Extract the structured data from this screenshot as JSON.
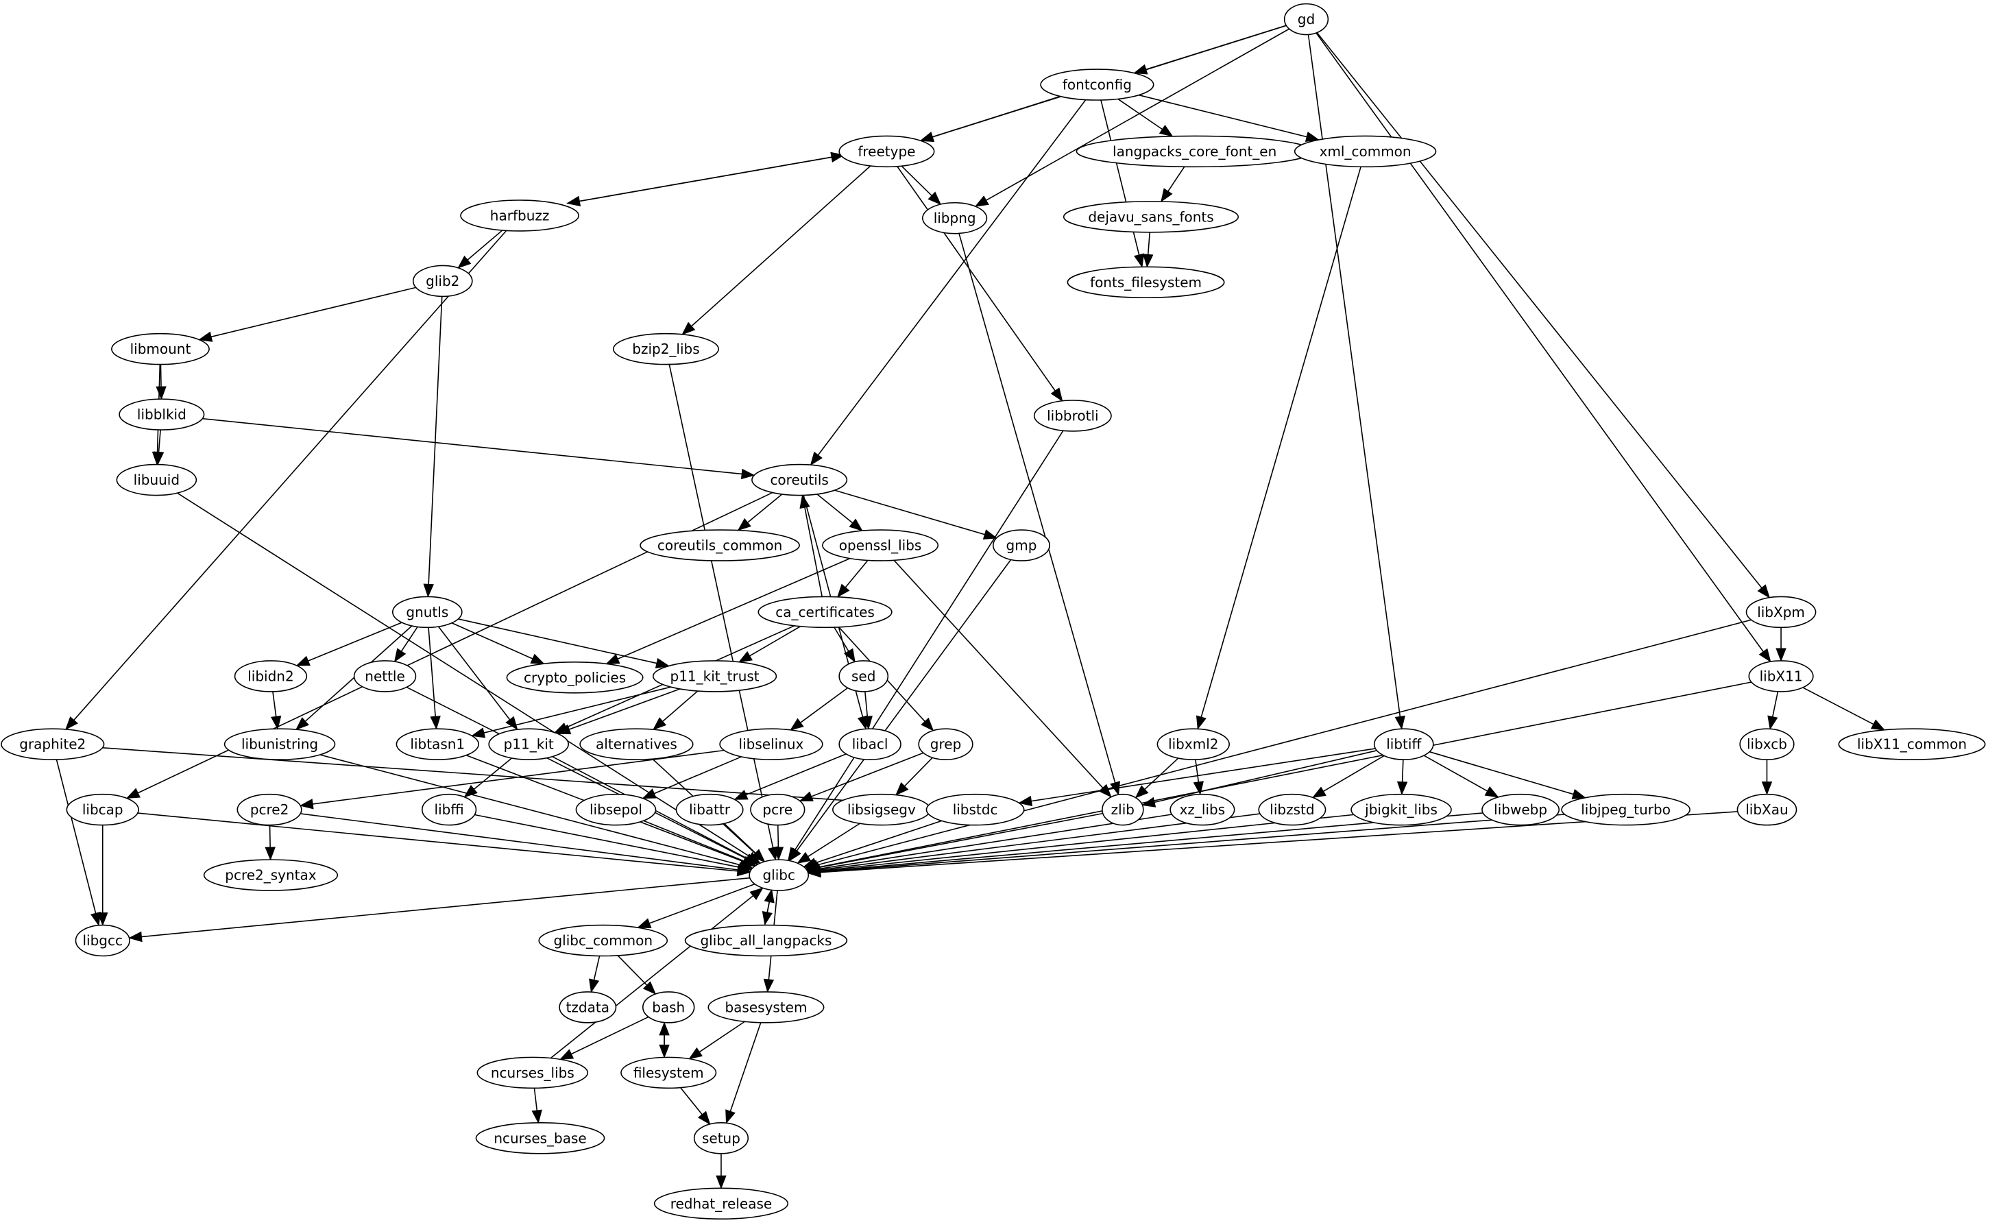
{
  "graph": {
    "type": "directed-dependency-graph",
    "nodes": [
      "gd",
      "fontconfig",
      "freetype",
      "langpacks_core_font_en",
      "xml_common",
      "harfbuzz",
      "libpng",
      "dejavu_sans_fonts",
      "glib2",
      "fonts_filesystem",
      "libmount",
      "bzip2_libs",
      "libblkid",
      "libbrotli",
      "libuuid",
      "coreutils",
      "coreutils_common",
      "openssl_libs",
      "gmp",
      "gnutls",
      "ca_certificates",
      "libXpm",
      "libidn2",
      "nettle",
      "crypto_policies",
      "p11_kit_trust",
      "sed",
      "libX11",
      "graphite2",
      "libunistring",
      "libtasn1",
      "p11_kit",
      "alternatives",
      "libselinux",
      "libacl",
      "grep",
      "libxml2",
      "libtiff",
      "libxcb",
      "libX11_common",
      "libcap",
      "pcre2",
      "libffi",
      "libsepol",
      "libattr",
      "pcre",
      "libsigsegv",
      "libstdc",
      "zlib",
      "xz_libs",
      "libzstd",
      "jbigkit_libs",
      "libwebp",
      "libjpeg_turbo",
      "libXau",
      "glibc",
      "pcre2_syntax",
      "libgcc",
      "glibc_common",
      "glibc_all_langpacks",
      "tzdata",
      "bash",
      "basesystem",
      "ncurses_libs",
      "filesystem",
      "ncurses_base",
      "setup",
      "redhat_release"
    ],
    "edges": [
      [
        "gd",
        "fontconfig"
      ],
      [
        "gd",
        "freetype"
      ],
      [
        "gd",
        "libpng"
      ],
      [
        "gd",
        "libtiff"
      ],
      [
        "gd",
        "libX11"
      ],
      [
        "gd",
        "libXpm"
      ],
      [
        "fontconfig",
        "freetype"
      ],
      [
        "fontconfig",
        "langpacks_core_font_en"
      ],
      [
        "fontconfig",
        "xml_common"
      ],
      [
        "fontconfig",
        "fonts_filesystem"
      ],
      [
        "fontconfig",
        "coreutils"
      ],
      [
        "freetype",
        "harfbuzz"
      ],
      [
        "harfbuzz",
        "freetype"
      ],
      [
        "freetype",
        "libpng"
      ],
      [
        "freetype",
        "bzip2_libs"
      ],
      [
        "freetype",
        "libbrotli"
      ],
      [
        "langpacks_core_font_en",
        "dejavu_sans_fonts"
      ],
      [
        "dejavu_sans_fonts",
        "fonts_filesystem"
      ],
      [
        "xml_common",
        "libxml2"
      ],
      [
        "harfbuzz",
        "glib2"
      ],
      [
        "harfbuzz",
        "graphite2"
      ],
      [
        "libpng",
        "zlib"
      ],
      [
        "glib2",
        "libmount"
      ],
      [
        "glib2",
        "gnutls"
      ],
      [
        "libmount",
        "libblkid"
      ],
      [
        "libmount",
        "libuuid"
      ],
      [
        "libblkid",
        "libuuid"
      ],
      [
        "libblkid",
        "coreutils"
      ],
      [
        "bzip2_libs",
        "glibc"
      ],
      [
        "libbrotli",
        "glibc"
      ],
      [
        "libuuid",
        "glibc"
      ],
      [
        "coreutils",
        "coreutils_common"
      ],
      [
        "coreutils",
        "openssl_libs"
      ],
      [
        "coreutils",
        "gmp"
      ],
      [
        "coreutils",
        "libacl"
      ],
      [
        "coreutils",
        "libcap"
      ],
      [
        "openssl_libs",
        "ca_certificates"
      ],
      [
        "openssl_libs",
        "crypto_policies"
      ],
      [
        "openssl_libs",
        "zlib"
      ],
      [
        "ca_certificates",
        "coreutils"
      ],
      [
        "ca_certificates",
        "p11_kit_trust"
      ],
      [
        "ca_certificates",
        "p11_kit"
      ],
      [
        "ca_certificates",
        "sed"
      ],
      [
        "ca_certificates",
        "grep"
      ],
      [
        "gmp",
        "glibc"
      ],
      [
        "gnutls",
        "libidn2"
      ],
      [
        "gnutls",
        "libunistring"
      ],
      [
        "gnutls",
        "nettle"
      ],
      [
        "gnutls",
        "libtasn1"
      ],
      [
        "gnutls",
        "p11_kit"
      ],
      [
        "gnutls",
        "crypto_policies"
      ],
      [
        "gnutls",
        "p11_kit_trust"
      ],
      [
        "libidn2",
        "libunistring"
      ],
      [
        "p11_kit_trust",
        "libtasn1"
      ],
      [
        "p11_kit_trust",
        "p11_kit"
      ],
      [
        "p11_kit_trust",
        "alternatives"
      ],
      [
        "sed",
        "libselinux"
      ],
      [
        "sed",
        "libacl"
      ],
      [
        "libXpm",
        "libX11"
      ],
      [
        "libXpm",
        "glibc"
      ],
      [
        "libX11",
        "libxcb"
      ],
      [
        "libX11",
        "libX11_common"
      ],
      [
        "libX11",
        "glibc"
      ],
      [
        "graphite2",
        "libgcc"
      ],
      [
        "graphite2",
        "libstdc"
      ],
      [
        "libunistring",
        "glibc"
      ],
      [
        "nettle",
        "glibc"
      ],
      [
        "libtasn1",
        "glibc"
      ],
      [
        "p11_kit",
        "libffi"
      ],
      [
        "p11_kit",
        "glibc"
      ],
      [
        "alternatives",
        "glibc"
      ],
      [
        "libselinux",
        "pcre2"
      ],
      [
        "libselinux",
        "libsepol"
      ],
      [
        "libacl",
        "libattr"
      ],
      [
        "grep",
        "pcre"
      ],
      [
        "grep",
        "libsigsegv"
      ],
      [
        "libxml2",
        "zlib"
      ],
      [
        "libxml2",
        "xz_libs"
      ],
      [
        "libtiff",
        "zlib"
      ],
      [
        "libtiff",
        "libstdc"
      ],
      [
        "libtiff",
        "libzstd"
      ],
      [
        "libtiff",
        "jbigkit_libs"
      ],
      [
        "libtiff",
        "libwebp"
      ],
      [
        "libtiff",
        "libjpeg_turbo"
      ],
      [
        "libxcb",
        "libXau"
      ],
      [
        "libcap",
        "libgcc"
      ],
      [
        "libcap",
        "glibc"
      ],
      [
        "pcre2",
        "pcre2_syntax"
      ],
      [
        "pcre2",
        "glibc"
      ],
      [
        "libffi",
        "glibc"
      ],
      [
        "libsepol",
        "glibc"
      ],
      [
        "libattr",
        "glibc"
      ],
      [
        "pcre",
        "glibc"
      ],
      [
        "libsigsegv",
        "glibc"
      ],
      [
        "libstdc",
        "glibc"
      ],
      [
        "zlib",
        "glibc"
      ],
      [
        "xz_libs",
        "glibc"
      ],
      [
        "libzstd",
        "glibc"
      ],
      [
        "jbigkit_libs",
        "glibc"
      ],
      [
        "libwebp",
        "glibc"
      ],
      [
        "libjpeg_turbo",
        "glibc"
      ],
      [
        "libXau",
        "glibc"
      ],
      [
        "glibc",
        "libgcc"
      ],
      [
        "glibc",
        "glibc_common"
      ],
      [
        "glibc",
        "glibc_all_langpacks"
      ],
      [
        "glibc_all_langpacks",
        "glibc"
      ],
      [
        "glibc",
        "basesystem"
      ],
      [
        "glibc_common",
        "tzdata"
      ],
      [
        "glibc_common",
        "bash"
      ],
      [
        "bash",
        "ncurses_libs"
      ],
      [
        "bash",
        "filesystem"
      ],
      [
        "filesystem",
        "bash"
      ],
      [
        "ncurses_libs",
        "glibc"
      ],
      [
        "ncurses_libs",
        "ncurses_base"
      ],
      [
        "basesystem",
        "filesystem"
      ],
      [
        "basesystem",
        "setup"
      ],
      [
        "filesystem",
        "setup"
      ],
      [
        "setup",
        "redhat_release"
      ]
    ]
  }
}
